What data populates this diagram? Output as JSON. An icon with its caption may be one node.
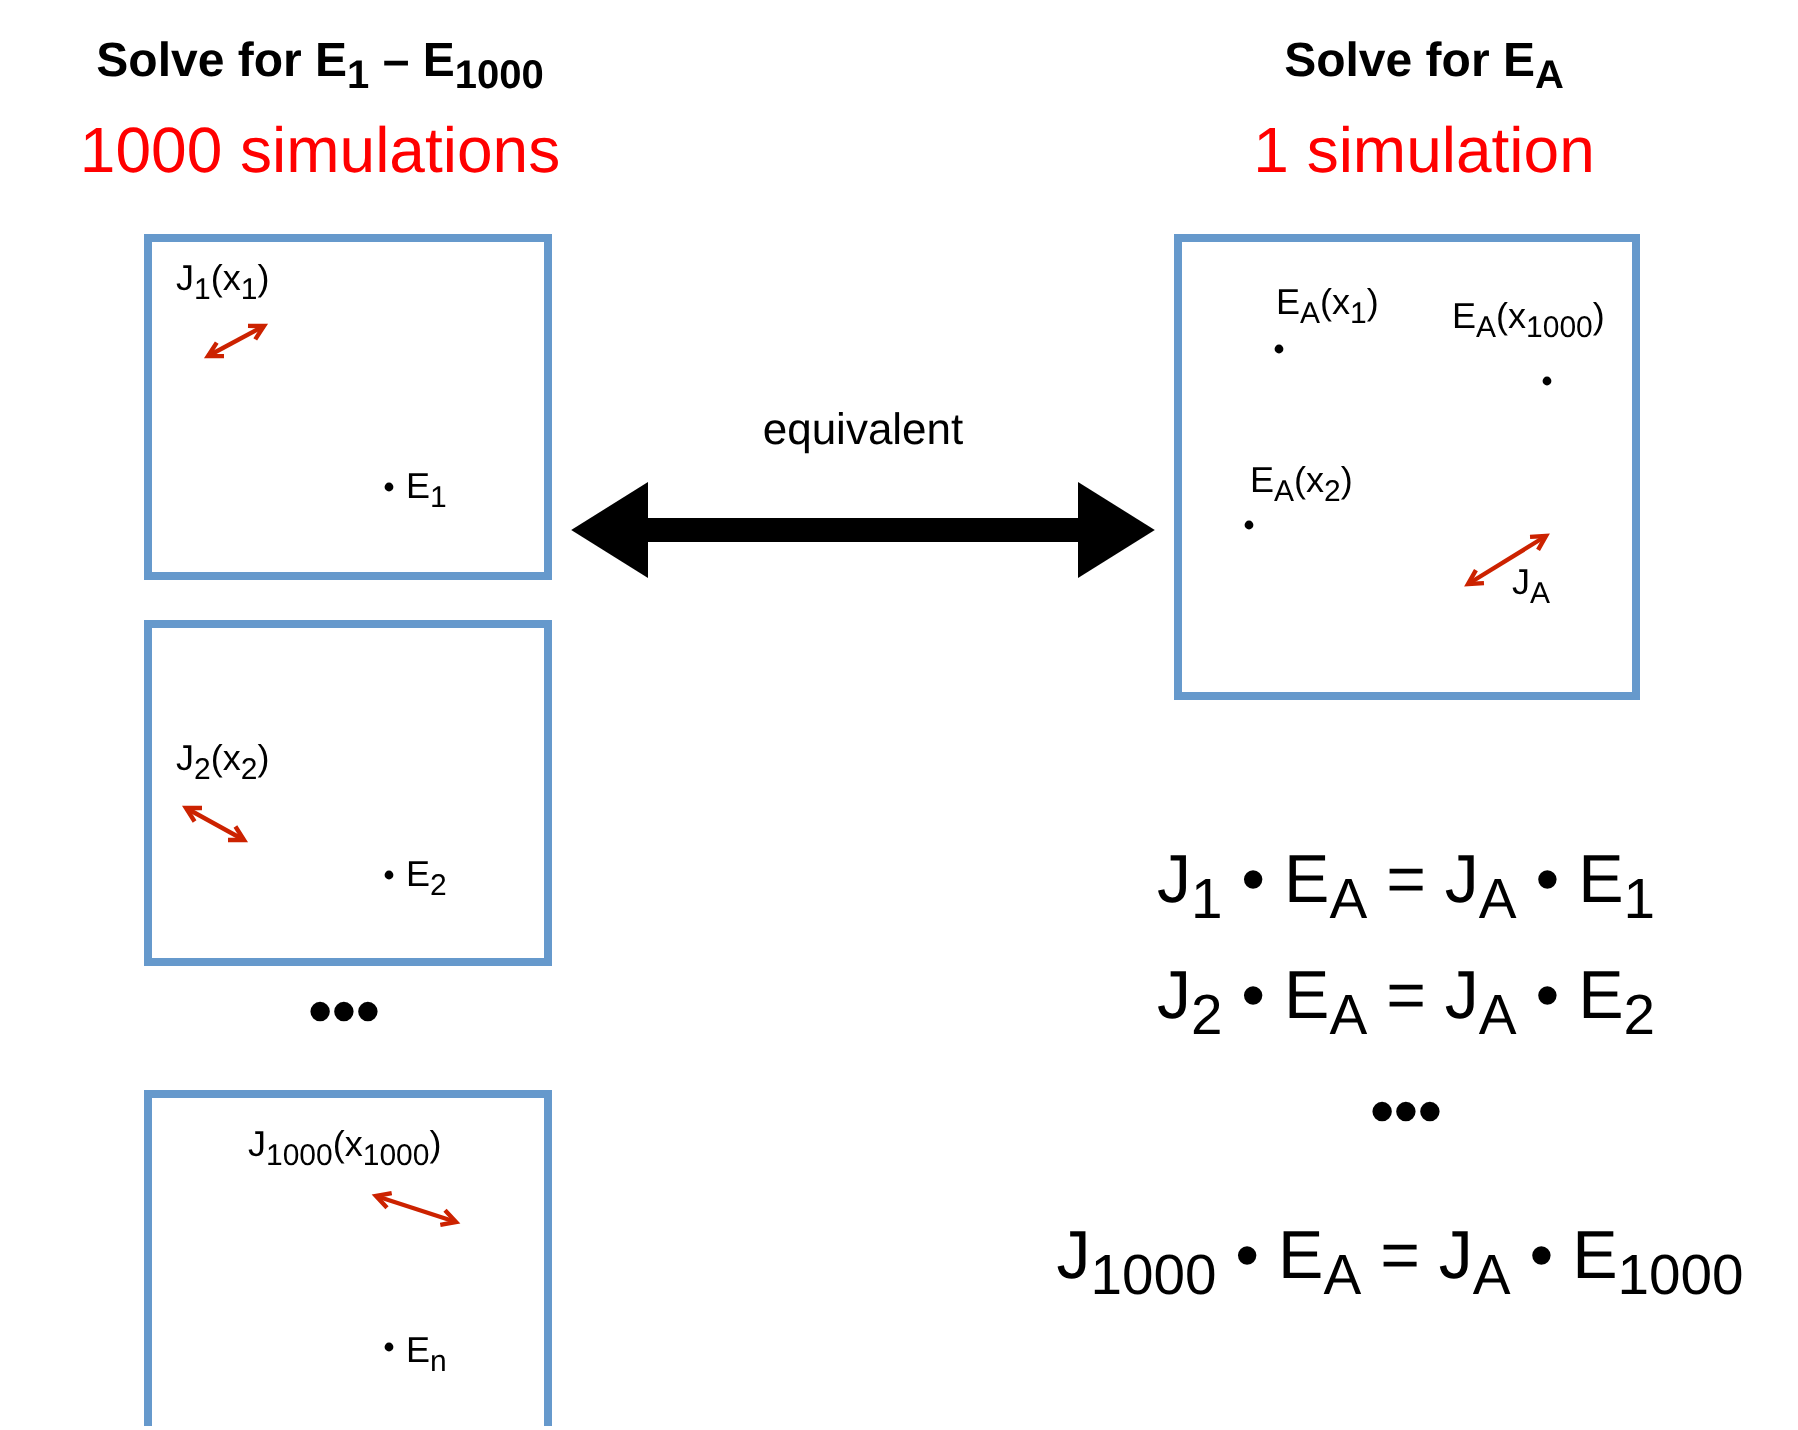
{
  "diagram": {
    "nodes": [
      {
        "text": [
          "J$_{1}$(x$_{1}$)",
          "E$_{1}$"
        ]
      },
      {
        "text": [
          "J$_{2}$(x$_{2}$)",
          "E$_{2}$"
        ]
      },
      {
        "text": [
          "J$_{1000}$(x$_{1000}$)",
          "E$_{n}$"
        ]
      },
      {
        "text": [
          "E$_{A}$(x$_{1}$)",
          "E$_{A}$(x$_{1000}$)",
          "E$_{A}$(x$_{2}$)",
          "J$_{A}$"
        ]
      }
    ],
    "edges": [
      {
        "from": 0,
        "to": 3,
        "arrow": "both",
        "label": "equivalent"
      }
    ],
    "labels": [
      "Solve for E$_{1}$ – E$_{1000}$",
      "Solve for E$_{A}$",
      "1000 simulations",
      "1 simulation",
      "•••",
      "J$_{1}$ • E$_{A}$ = J$_{A}$ • E$_{1}$",
      "J$_{2}$ • E$_{A}$ = J$_{A}$ • E$_{2}$",
      "•••",
      "J$_{1000}$ • E$_{A}$ = J$_{A}$ • E$_{1000}$"
    ]
  }
}
